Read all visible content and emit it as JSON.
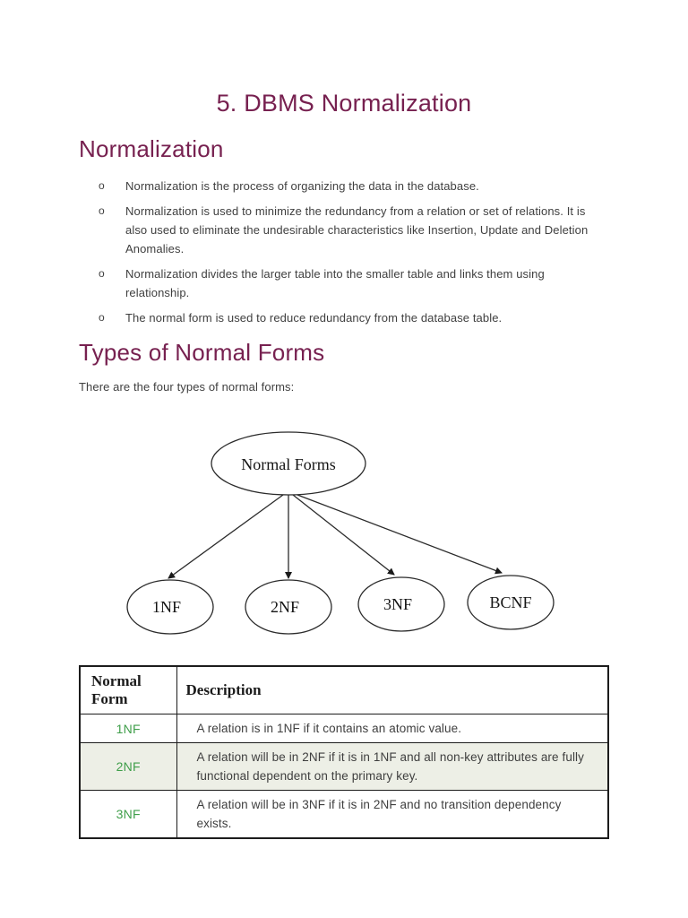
{
  "colors": {
    "heading": "#772150",
    "body_text": "#3f3f3f",
    "nf_green": "#3f9e4a",
    "row_highlight": "#edefe6",
    "table_border": "#1c1c1c",
    "diagram_stroke": "#2b2b2b"
  },
  "doc": {
    "title": "5. DBMS Normalization",
    "heading1": "Normalization",
    "bullet_marker": "o",
    "bullets": [
      "Normalization is the process of organizing the data in the database.",
      "Normalization is used to minimize the redundancy from a relation or set of relations. It is also used to eliminate the undesirable characteristics like Insertion, Update and Deletion Anomalies.",
      "Normalization divides the larger table into the smaller table and links them using relationship.",
      "The normal form is used to reduce redundancy from the database table."
    ],
    "heading2": "Types of Normal Forms",
    "intro": "There are the four types of normal forms:"
  },
  "diagram": {
    "root": "Normal Forms",
    "children": [
      "1NF",
      "2NF",
      "3NF",
      "BCNF"
    ]
  },
  "table": {
    "headers": [
      "Normal Form",
      "Description"
    ],
    "rows": [
      {
        "form": "1NF",
        "description": "A relation is in 1NF if it contains an atomic value."
      },
      {
        "form": "2NF",
        "description": "A relation will be in 2NF if it is in 1NF and all non-key attributes are fully functional dependent on the primary key."
      },
      {
        "form": "3NF",
        "description": "A relation will be in 3NF if it is in 2NF and no transition dependency exists."
      }
    ]
  }
}
